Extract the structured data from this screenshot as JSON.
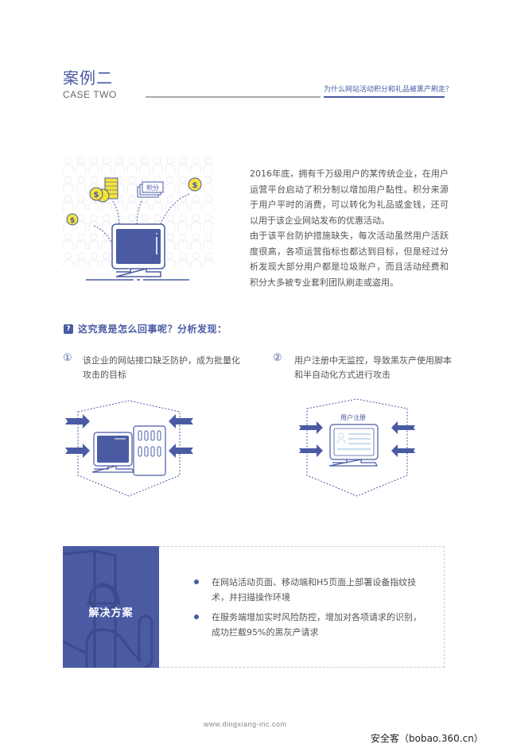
{
  "header": {
    "title": "案例二",
    "subtitle": "CASE TWO",
    "question": "为什么网站活动积分和礼品被黑产刷走？"
  },
  "illustration_main": {
    "label": "积分",
    "icons": [
      "person-grid-background",
      "coin-icon",
      "coin-stack-icon",
      "points-card-icon",
      "monitor-icon"
    ]
  },
  "intro": {
    "paragraph1": "2016年底，拥有千万级用户的某传统企业，在用户运营平台启动了积分制以增加用户黏性。积分来源于用户平时的消费，可以转化为礼品或金钱，还可以用于该企业网站发布的优惠活动。",
    "paragraph2": "由于该平台防护措施缺失，每次活动虽然用户活跃度很高，各项运营指标也都达到目标，但是经过分析发现大部分用户都是垃圾账户，而且活动经费和积分大多被专业套利团队刷走或盗用。"
  },
  "analysis": {
    "icon": "?",
    "title": "这究竟是怎么回事呢？分析发现：",
    "findings": [
      {
        "number": "①",
        "text": "该企业的网站接口缺乏防护，成为批量化攻击的目标"
      },
      {
        "number": "②",
        "text": "用户注册中无监控，导致黑灰产使用脚本和半自动化方式进行攻击"
      }
    ],
    "diagram2_label": "用户注册"
  },
  "solution": {
    "title": "解决方案",
    "items": [
      "在网站活动页面、移动端和H5页面上部署设备指纹技术，并扫描操作环境",
      "在服务端增加实时风险防控，增加对各项请求的识别，成功拦截95%的黑灰产请求"
    ]
  },
  "footer": {
    "url": "www.dingxiang-inc.com",
    "watermark": "安全客（bobao.360.cn）"
  },
  "colors": {
    "brand_blue": "#4a5ba3",
    "coin_yellow": "#f5e33a",
    "light_blue": "#c6dcf0",
    "text_gray": "#555555"
  }
}
